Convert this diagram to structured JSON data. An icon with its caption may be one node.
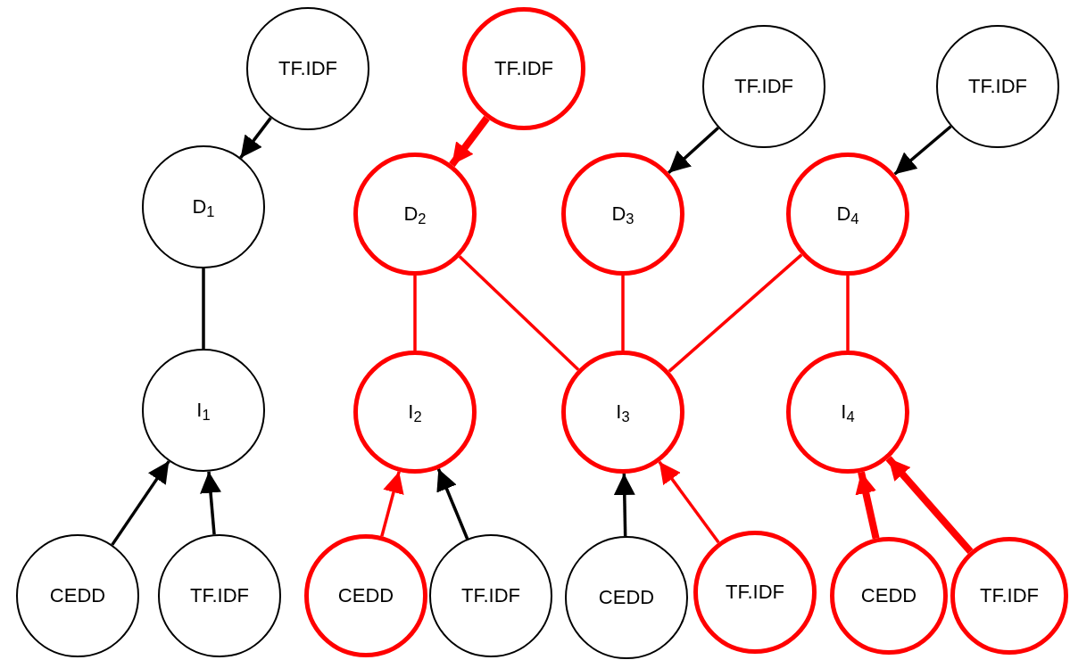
{
  "diagram": {
    "nodes": [
      {
        "text": [
          "TF.IDF"
        ]
      },
      {
        "text": [
          "TF.IDF"
        ]
      },
      {
        "text": [
          "TF.IDF"
        ]
      },
      {
        "text": [
          "TF.IDF"
        ]
      },
      {
        "text": [
          "D$_{1}$"
        ]
      },
      {
        "text": [
          "D$_{2}$"
        ]
      },
      {
        "text": [
          "D$_{3}$"
        ]
      },
      {
        "text": [
          "D$_{4}$"
        ]
      },
      {
        "text": [
          "I$_{1}$"
        ]
      },
      {
        "text": [
          "I$_{2}$"
        ]
      },
      {
        "text": [
          "I$_{3}$"
        ]
      },
      {
        "text": [
          "I$_{4}$"
        ]
      },
      {
        "text": [
          "CEDD"
        ]
      },
      {
        "text": [
          "TF.IDF"
        ]
      },
      {
        "text": [
          "CEDD"
        ]
      },
      {
        "text": [
          "TF.IDF"
        ]
      },
      {
        "text": [
          "CEDD"
        ]
      },
      {
        "text": [
          "TF.IDF"
        ]
      },
      {
        "text": [
          "CEDD"
        ]
      },
      {
        "text": [
          "TF.IDF"
        ]
      }
    ],
    "edges": [
      {
        "from": 0,
        "to": 4,
        "arrow": "to",
        "color": "#000000"
      },
      {
        "from": 1,
        "to": 5,
        "arrow": "to",
        "style": "thick",
        "color": "#ff0000"
      },
      {
        "from": 2,
        "to": 6,
        "arrow": "to",
        "color": "#000000"
      },
      {
        "from": 3,
        "to": 7,
        "arrow": "to",
        "color": "#000000"
      },
      {
        "from": 4,
        "to": 8,
        "arrow": "none",
        "color": "#000000"
      },
      {
        "from": 5,
        "to": 9,
        "arrow": "none",
        "color": "#ff0000"
      },
      {
        "from": 5,
        "to": 10,
        "arrow": "none",
        "color": "#ff0000"
      },
      {
        "from": 6,
        "to": 10,
        "arrow": "none",
        "color": "#ff0000"
      },
      {
        "from": 7,
        "to": 10,
        "arrow": "none",
        "color": "#ff0000"
      },
      {
        "from": 7,
        "to": 11,
        "arrow": "none",
        "color": "#ff0000"
      },
      {
        "from": 12,
        "to": 8,
        "arrow": "to",
        "color": "#000000"
      },
      {
        "from": 13,
        "to": 8,
        "arrow": "to",
        "color": "#000000"
      },
      {
        "from": 14,
        "to": 9,
        "arrow": "to",
        "color": "#ff0000"
      },
      {
        "from": 15,
        "to": 9,
        "arrow": "to",
        "color": "#000000"
      },
      {
        "from": 16,
        "to": 10,
        "arrow": "to",
        "color": "#000000"
      },
      {
        "from": 17,
        "to": 10,
        "arrow": "to",
        "color": "#ff0000"
      },
      {
        "from": 18,
        "to": 11,
        "arrow": "to",
        "style": "thick",
        "color": "#ff0000"
      },
      {
        "from": 19,
        "to": 11,
        "arrow": "to",
        "style": "thick",
        "color": "#ff0000"
      }
    ]
  }
}
